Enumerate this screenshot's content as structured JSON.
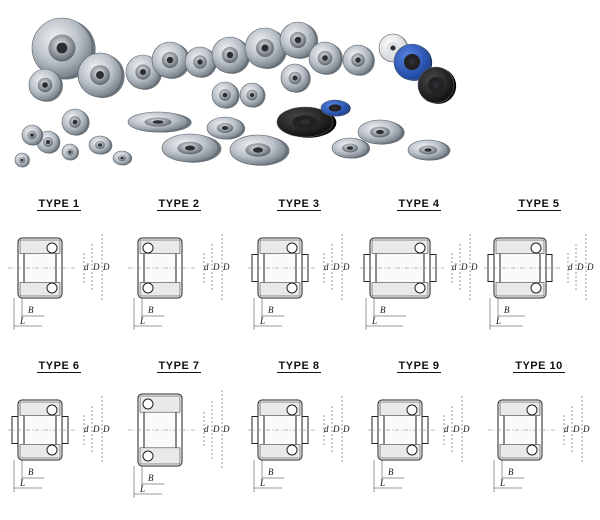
{
  "photo": {
    "caption_icon": "roller-bearings-photo"
  },
  "types": [
    {
      "label": "TYPE 1",
      "dims": {
        "d": "d",
        "D0": "D",
        "D": "D",
        "B": "B",
        "L": "L"
      }
    },
    {
      "label": "TYPE 2",
      "dims": {
        "d": "d",
        "D0": "D",
        "D": "D",
        "B": "B",
        "L": "L"
      }
    },
    {
      "label": "TYPE 3",
      "dims": {
        "d": "d",
        "D0": "D",
        "D": "D",
        "B": "B",
        "L": "L"
      }
    },
    {
      "label": "TYPE 4",
      "dims": {
        "d": "d",
        "D0": "D",
        "D": "D",
        "B": "B",
        "L": "L"
      }
    },
    {
      "label": "TYPE 5",
      "dims": {
        "d": "d",
        "D0": "D",
        "D": "D",
        "B": "B",
        "L": "L"
      }
    },
    {
      "label": "TYPE 6",
      "dims": {
        "d": "d",
        "D0": "D",
        "D": "D",
        "B": "B",
        "L": "L"
      }
    },
    {
      "label": "TYPE 7",
      "dims": {
        "d": "d",
        "D0": "D",
        "D": "D",
        "B": "B",
        "L": "L"
      }
    },
    {
      "label": "TYPE 8",
      "dims": {
        "d": "d",
        "D0": "D",
        "D": "D",
        "B": "B",
        "L": "L"
      }
    },
    {
      "label": "TYPE 9",
      "dims": {
        "d": "d",
        "D0": "D",
        "D": "D",
        "B": "B",
        "L": "L"
      }
    },
    {
      "label": "TYPE 10",
      "dims": {
        "d": "d",
        "D0": "D",
        "D": "D",
        "B": "B",
        "L": "L"
      }
    }
  ],
  "colors": {
    "steel": "#b9c0c7",
    "steel_dark": "#7d868f",
    "blue": "#1f4fb5",
    "black": "#1a1a1a",
    "white": "#f2f2f2"
  }
}
